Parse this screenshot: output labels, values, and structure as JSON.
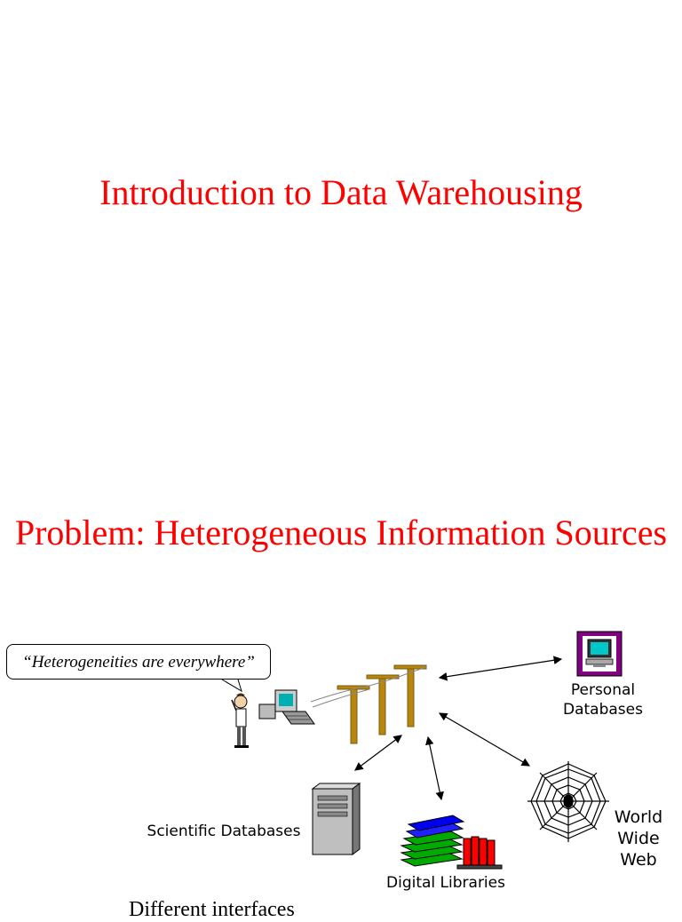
{
  "slide1": {
    "title": "Introduction to Data Warehousing"
  },
  "slide2": {
    "title": "Problem: Heterogeneous Information Sources",
    "quote": "“Heterogeneities are everywhere”",
    "sources": {
      "personal": "Personal Databases",
      "scientific": "Scientific Databases",
      "digital": "Digital Libraries",
      "web": "World Wide Web"
    },
    "cutoff_text": "Different interfaces"
  },
  "icons": [
    "person-icon",
    "computer-icon",
    "utility-poles-icon",
    "monitor-icon",
    "server-tower-icon",
    "books-icon",
    "spider-web-icon"
  ],
  "colors": {
    "title": "#ff0000",
    "personal_db_frame": "#800080",
    "books_blue": "#0000ff",
    "books_green": "#00aa00",
    "books_red": "#ff0000"
  }
}
